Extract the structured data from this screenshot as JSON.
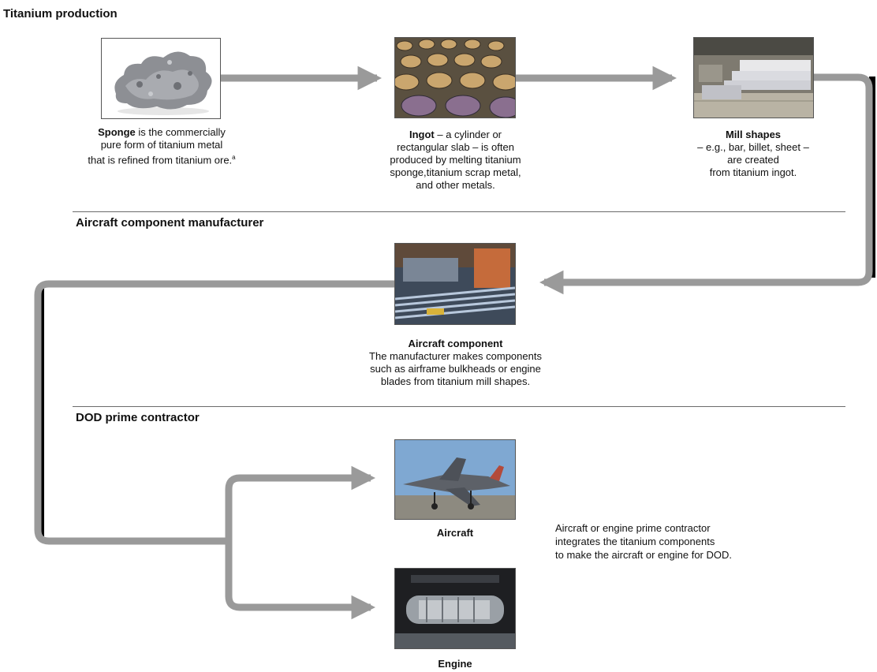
{
  "sections": {
    "titanium_production": "Titanium production",
    "component_manufacturer": "Aircraft component manufacturer",
    "prime_contractor": "DOD prime contractor"
  },
  "steps": {
    "sponge": {
      "title": "Sponge",
      "text_1": " is the commercially",
      "text_2": "pure form of titanium metal",
      "text_3": "that is refined from titanium ore.",
      "footnote": "a",
      "image": "titanium-sponge-photo"
    },
    "ingot": {
      "title": "Ingot",
      "text_1": " – a cylinder or",
      "text_2": "rectangular slab – is often",
      "text_3": "produced by melting titanium",
      "text_4": "sponge,titanium scrap metal,",
      "text_5": "and other metals.",
      "image": "titanium-ingot-photo"
    },
    "mill_shapes": {
      "title": "Mill shapes",
      "text_1": "– e.g., bar, billet, sheet –",
      "text_2": "are created",
      "text_3": "from titanium ingot.",
      "image": "mill-shapes-photo"
    },
    "aircraft_component": {
      "title": "Aircraft component",
      "text_1": "The manufacturer makes components",
      "text_2": "such as airframe bulkheads or engine",
      "text_3": "blades from titanium mill shapes.",
      "image": "aircraft-component-photo"
    },
    "aircraft": {
      "title": "Aircraft",
      "image": "fighter-jet-photo"
    },
    "engine": {
      "title": "Engine",
      "image": "jet-engine-photo"
    }
  },
  "contractor_note": {
    "line_1": "Aircraft or engine prime contractor",
    "line_2": "integrates the titanium components",
    "line_3": "to make the aircraft or engine for DOD."
  },
  "colors": {
    "arrow": "#9a9a9a",
    "arrow_shadow": "#000000",
    "rule": "#6b6b6b"
  }
}
